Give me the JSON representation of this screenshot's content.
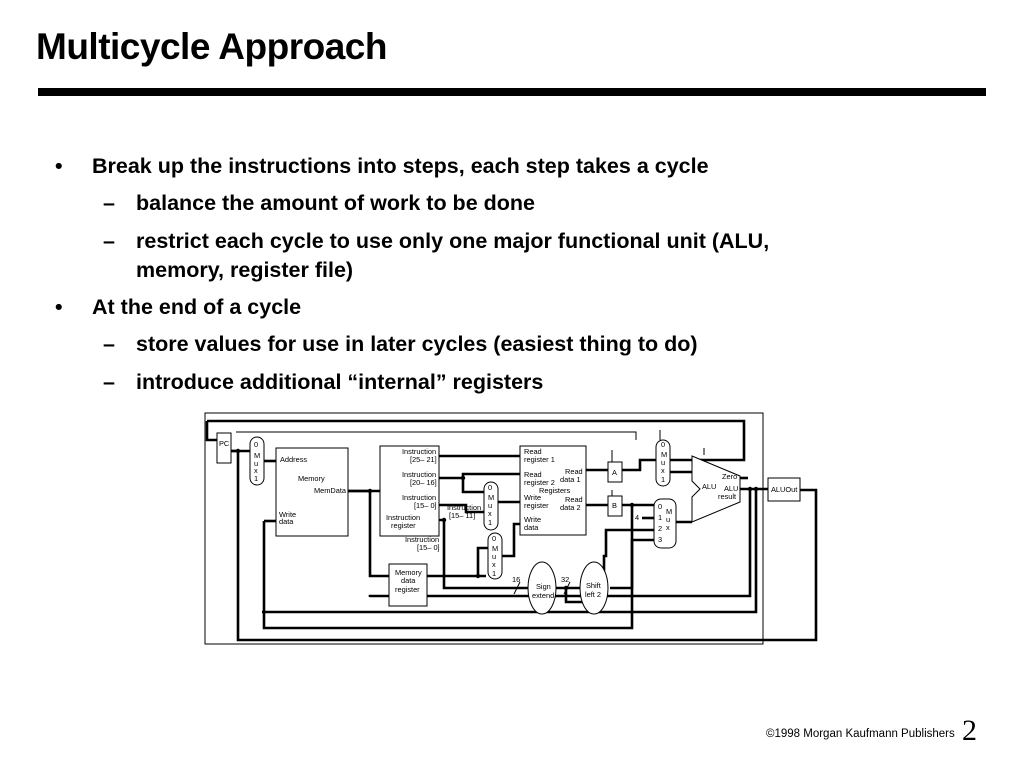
{
  "slide": {
    "title": "Multicycle Approach",
    "bullets": [
      {
        "text": "Break up the instructions into steps, each step takes a cycle",
        "subs": [
          "balance the amount of work to be done",
          "restrict each cycle to use only one major functional unit (ALU,",
          "memory, register file)"
        ]
      },
      {
        "text": "At the end of a cycle",
        "subs": [
          "store values for use in later cycles (easiest thing to do)",
          "introduce additional “internal” registers"
        ]
      }
    ],
    "bullet_mark": "•",
    "sub_mark": "–",
    "footer": "©1998 Morgan Kaufmann Publishers",
    "page_number": "2"
  },
  "diagram": {
    "pc": "PC",
    "mux_labels": {
      "zero": "0",
      "one": "1",
      "two": "2",
      "three": "3",
      "m": "M",
      "u": "u",
      "x": "x"
    },
    "memory": {
      "address": "Address",
      "name": "Memory",
      "memdata": "MemData",
      "write": "Write",
      "data": "data"
    },
    "instr_reg": {
      "f1a": "Instruction",
      "f1b": "[25– 21]",
      "f2a": "Instruction",
      "f2b": "[20– 16]",
      "f3a": "Instruction",
      "f3b": "[15– 0]",
      "name1": "Instruction",
      "name2": "register",
      "out_a": "Instruction",
      "out_b": "[15– 0]",
      "rd_a": "Instruction",
      "rd_b": "[15– 11]"
    },
    "mdr": {
      "l1": "Memory",
      "l2": "data",
      "l3": "register"
    },
    "registers": {
      "rr1a": "Read",
      "rr1b": "register 1",
      "rr2a": "Read",
      "rr2b": "register 2",
      "wra": "Write",
      "wrb": "register",
      "wda": "Write",
      "wdb": "data",
      "rd1a": "Read",
      "rd1b": "data 1",
      "rd2a": "Read",
      "rd2b": "data 2",
      "name": "Registers"
    },
    "a": "A",
    "b": "B",
    "four": "4",
    "alu": {
      "name": "ALU",
      "zero": "Zero",
      "result1": "ALU",
      "result2": "result"
    },
    "aluout": "ALUOut",
    "sign_extend": {
      "l1": "Sign",
      "l2": "extend"
    },
    "shift": {
      "l1": "Shift",
      "l2": "left 2"
    },
    "widths": {
      "in": "16",
      "out": "32"
    }
  }
}
